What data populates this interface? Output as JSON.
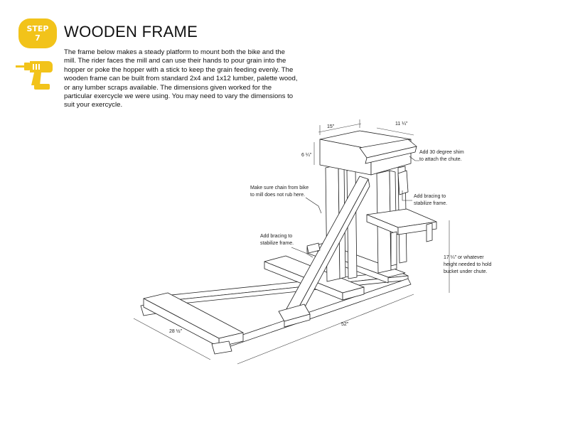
{
  "step": {
    "label": "STEP",
    "number": "7"
  },
  "title": "WOODEN FRAME",
  "intro": "The frame below makes a steady platform to mount both the bike and the mill.  The rider faces the mill and can use their hands to pour grain into the hopper or poke the hopper with a stick to keep the grain feeding evenly. The wooden frame can be built from standard 2x4 and 1x12 lumber, palette wood, or any lumber scraps available. The dimensions given worked for the particular exercycle we were using. You may need to vary the dimensions to suit your exercycle.",
  "icons": {
    "drill": "drill-icon"
  },
  "colors": {
    "accent": "#f2c31a"
  },
  "diagram": {
    "dim_15": "15\"",
    "dim_11_25": "11 ¼\"",
    "dim_6_25": "6 ¼\"",
    "dim_17_25": "17 ¼\" or whatever",
    "dim_17_25_line2": "height needed to hold",
    "dim_17_25_line3": "bucket under chute.",
    "dim_28_5": "28 ½\"",
    "dim_52": "52\"",
    "note_shim_1": "Add 30 degree shim",
    "note_shim_2": "to attach the chute.",
    "note_chain_1": "Make sure chain from bike",
    "note_chain_2": "to mill does not rub here.",
    "note_brace_right_1": "Add bracing to",
    "note_brace_right_2": "stabilize frame.",
    "note_brace_left_1": "Add bracing to",
    "note_brace_left_2": "stabilize frame."
  }
}
